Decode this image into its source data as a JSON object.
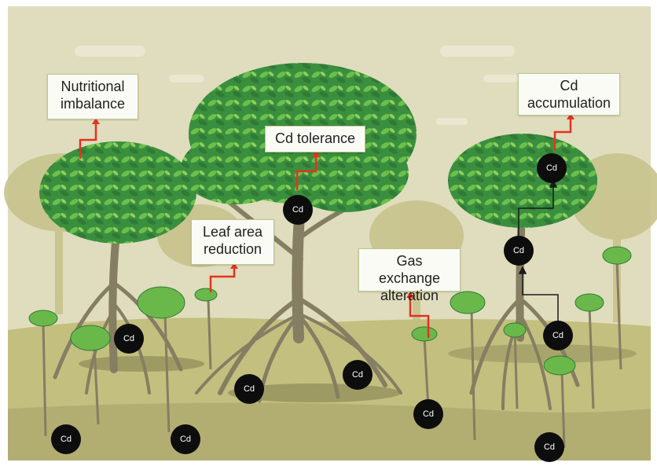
{
  "labels": {
    "nutritional": "Nutritional\nimbalance",
    "cd_tolerance": "Cd tolerance",
    "cd_accumulation": "Cd\naccumulation",
    "leaf_area": "Leaf area\nreduction",
    "gas_exchange": "Gas exchange\nalteration"
  },
  "cd_marker": "Cd",
  "colors": {
    "sky": "#dfddbd",
    "ground": "#c3bf7e",
    "foliage": "#3f9a43",
    "trunk": "#857e62",
    "arrow": "#e53222",
    "marker": "#0d0d0d"
  }
}
